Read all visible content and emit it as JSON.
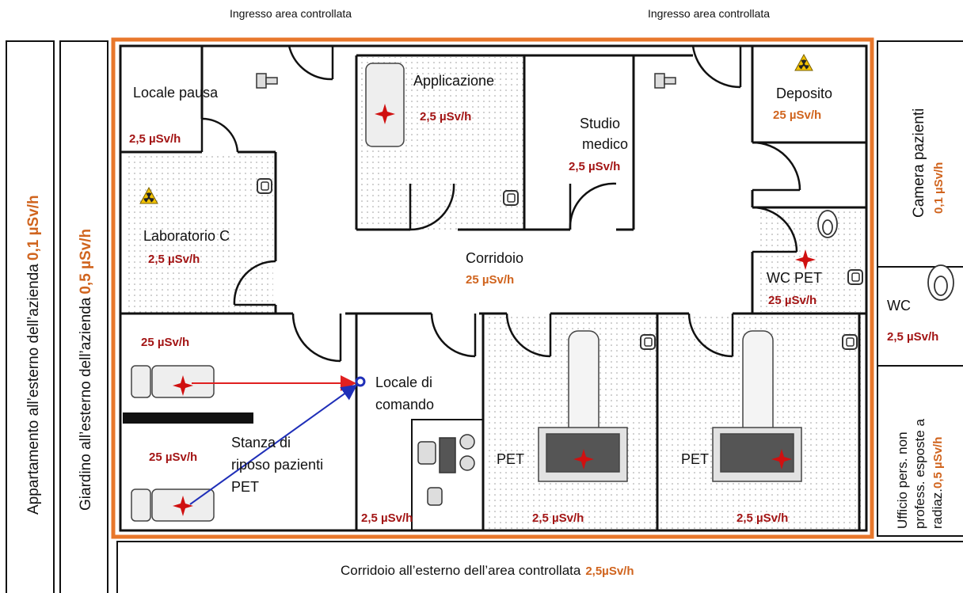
{
  "entrances": [
    "Ingresso  area controllata",
    "Ingresso  area controllata"
  ],
  "outside": {
    "apartment": {
      "label": "Appartamento all’esterno dell’azienda",
      "dose": "0,1 µSv/h"
    },
    "garden": {
      "label": "Giardino all’esterno dell’azienda",
      "dose": "0,5 µSv/h"
    },
    "patient_room": {
      "label": "Camera pazienti",
      "dose": "0,1 µSv/h"
    },
    "wc": {
      "label": "WC",
      "dose": "2,5 µSv/h"
    },
    "office": {
      "line1": "Ufficio pers. non",
      "line2": "profess. esposte a",
      "line3": "radiaz.",
      "dose": "0,5 µSv/h"
    },
    "corridor": {
      "label": "Corridoio all’esterno dell’area controllata",
      "dose": "2,5µSv/h"
    }
  },
  "rooms": {
    "break_room": {
      "label": "Locale pausa",
      "dose": "2,5 µSv/h"
    },
    "lab": {
      "label": "Laboratorio C",
      "dose": "2,5 µSv/h"
    },
    "application": {
      "label": "Applicazione",
      "dose": "2,5 µSv/h"
    },
    "doctor": {
      "line1": "Studio",
      "line2": "medico",
      "dose": "2,5 µSv/h"
    },
    "storage": {
      "label": "Deposito",
      "dose": "25 µSv/h"
    },
    "corridor": {
      "label": "Corridoio",
      "dose": "25 µSv/h"
    },
    "wc_pet": {
      "label": "WC PET",
      "dose": "25 µSv/h"
    },
    "rest_room": {
      "line1": "Stanza di",
      "line2": "riposo pazienti",
      "line3": "PET",
      "dose_top": "25 µSv/h",
      "dose_mid": "25 µSv/h"
    },
    "control": {
      "line1": "Locale di",
      "line2": "comando",
      "dose": "2,5 µSv/h"
    },
    "pet1": {
      "label": "PET",
      "dose": "2,5 µSv/h"
    },
    "pet2": {
      "label": "PET",
      "dose": "2,5 µSv/h"
    }
  },
  "colors": {
    "dose_dark": "#a31515",
    "dose_orange": "#d0641e",
    "boundary": "#e8772b",
    "arrow_red": "#e02020",
    "arrow_blue": "#1f2fb8"
  }
}
